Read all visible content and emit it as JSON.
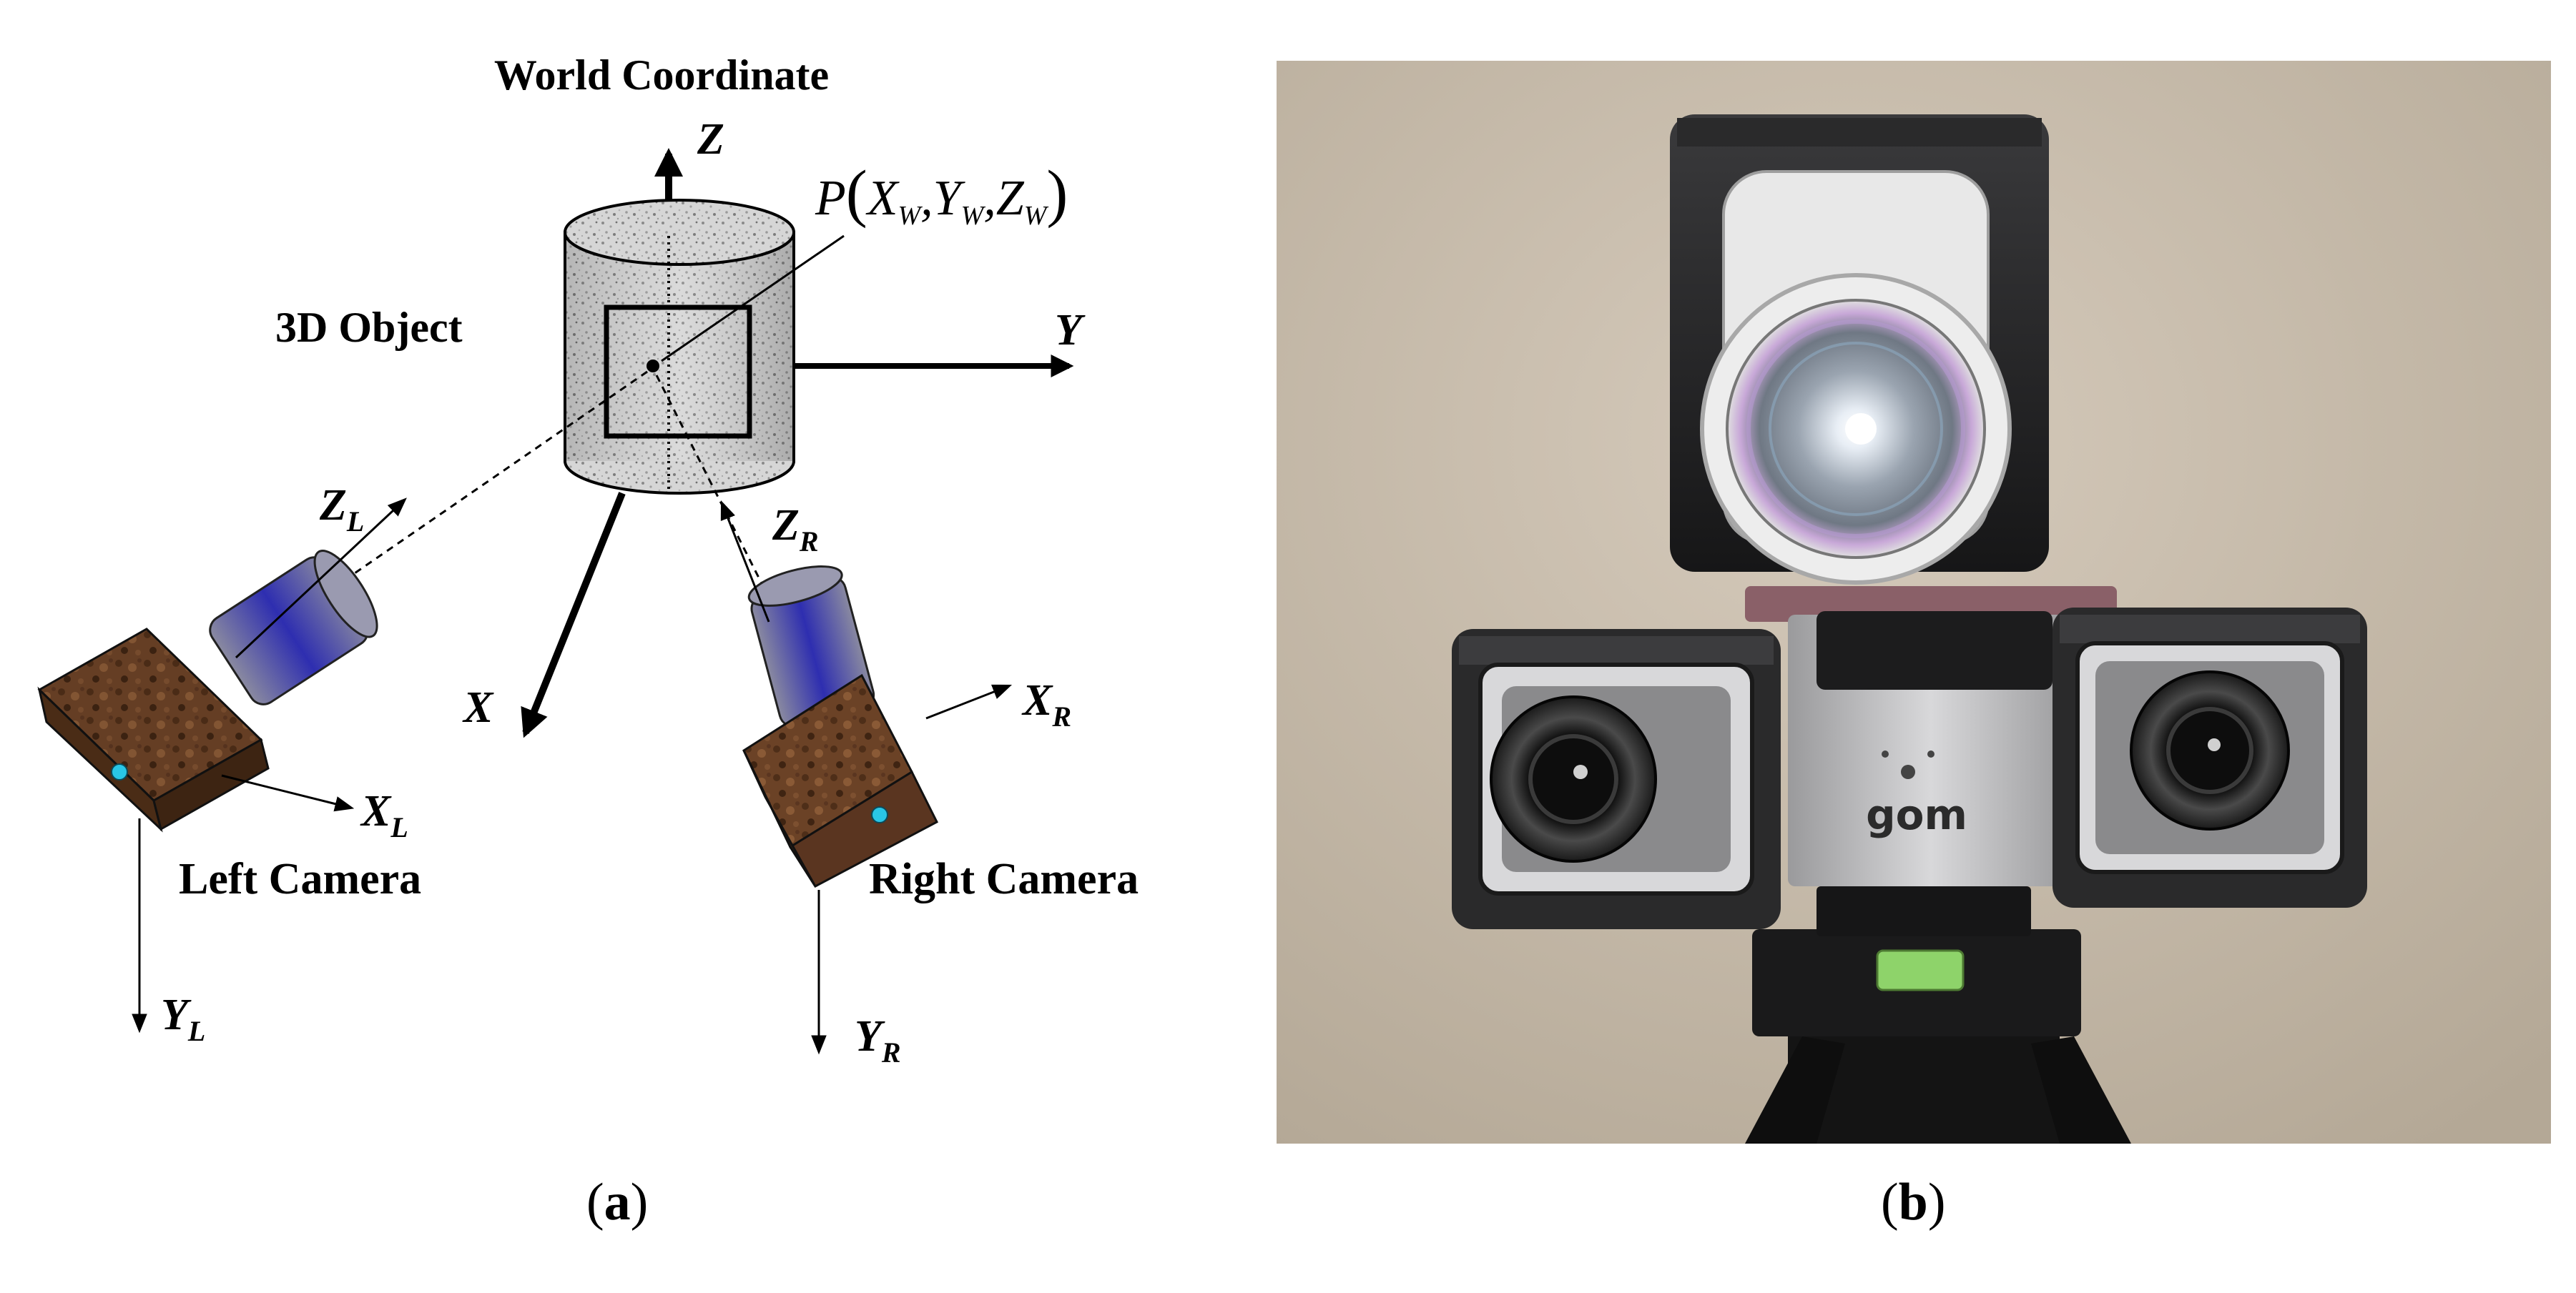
{
  "panel_a": {
    "title": "World Coordinate",
    "object_label": "3D Object",
    "point_label": "P",
    "point_coords": [
      "X",
      "W",
      "Y",
      "W",
      "Z",
      "W"
    ],
    "axes": {
      "Z": "Z",
      "Y": "Y",
      "X": "X"
    },
    "left_camera": {
      "label": "Left Camera",
      "axes": {
        "Z": [
          "Z",
          "L"
        ],
        "X": [
          "X",
          "L"
        ],
        "Y": [
          "Y",
          "L"
        ]
      }
    },
    "right_camera": {
      "label": "Right Camera",
      "axes": {
        "Z": [
          "Z",
          "R"
        ],
        "X": [
          "X",
          "R"
        ],
        "Y": [
          "Y",
          "R"
        ]
      }
    },
    "caption": "a"
  },
  "panel_b": {
    "brand": "gom",
    "caption": "b"
  },
  "colors": {
    "lens_blue": "#3a3ab8",
    "camera_brown": "#6b4226",
    "dot_cyan": "#29c6e6",
    "photo_wall": "#c9bdad",
    "device_black": "#1e1e1f",
    "device_silver": "#c4c4c6"
  }
}
